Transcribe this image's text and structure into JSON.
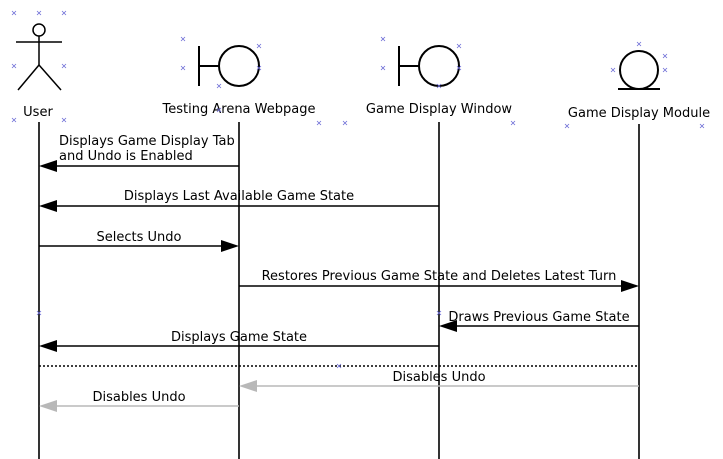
{
  "participants": [
    {
      "id": "user",
      "label": "User",
      "kind": "actor"
    },
    {
      "id": "arena",
      "label": "Testing Arena Webpage",
      "kind": "boundary"
    },
    {
      "id": "display",
      "label": "Game Display Window",
      "kind": "boundary"
    },
    {
      "id": "module",
      "label": "Game Display Module",
      "kind": "entity"
    }
  ],
  "messages": [
    {
      "from": "arena",
      "to": "user",
      "lines": [
        "Displays Game Display Tab",
        "and Undo is Enabled"
      ],
      "style": "solid"
    },
    {
      "from": "display",
      "to": "user",
      "lines": [
        "Displays Last Available Game State"
      ],
      "style": "solid"
    },
    {
      "from": "user",
      "to": "arena",
      "lines": [
        "Selects Undo"
      ],
      "style": "solid"
    },
    {
      "from": "arena",
      "to": "module",
      "lines": [
        "Restores Previous Game State and Deletes Latest Turn"
      ],
      "style": "solid"
    },
    {
      "from": "module",
      "to": "display",
      "lines": [
        "Draws Previous Game State"
      ],
      "style": "solid"
    },
    {
      "from": "display",
      "to": "user",
      "lines": [
        "Displays Game State"
      ],
      "style": "solid"
    },
    {
      "from": "module",
      "to": "arena",
      "lines": [
        "Disables Undo"
      ],
      "style": "gray"
    },
    {
      "from": "arena",
      "to": "user",
      "lines": [
        "Disables Undo"
      ],
      "style": "gray"
    }
  ],
  "colors": {
    "line": "#000000",
    "disabled_arrow": "#b8b8b8",
    "marker": "#6b6bd6"
  }
}
